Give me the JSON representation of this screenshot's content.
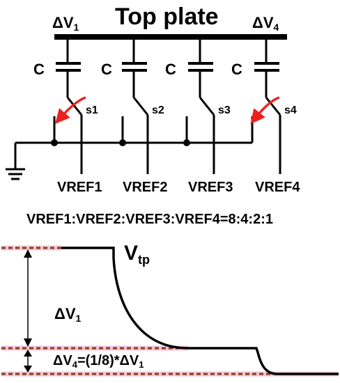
{
  "circuit": {
    "top_plate_label": "Top plate",
    "dv1_label": {
      "delta": "ΔV",
      "sub": "1"
    },
    "dv4_label": {
      "delta": "ΔV",
      "sub": "4"
    },
    "capacitors": [
      {
        "label": "C",
        "switch": "s1",
        "vref": "VREF1"
      },
      {
        "label": "C",
        "switch": "s2",
        "vref": "VREF2"
      },
      {
        "label": "C",
        "switch": "s3",
        "vref": "VREF3"
      },
      {
        "label": "C",
        "switch": "s4",
        "vref": "VREF4"
      }
    ],
    "ratio_text": "VREF1:VREF2:VREF3:VREF4=8:4:2:1"
  },
  "waveform": {
    "vtp_label": {
      "main": "V",
      "sub": "tp"
    },
    "dv1_label": {
      "delta": "ΔV",
      "sub": "1"
    },
    "dv4_label": {
      "prefix": "ΔV",
      "sub": "4",
      "suffix": "=(1/8)*ΔV",
      "sub2": "1"
    }
  },
  "colors": {
    "arrow": "#e8231f",
    "dashed_line": "#8b3a1a",
    "dashed_highlight": "#f0c6d8"
  }
}
